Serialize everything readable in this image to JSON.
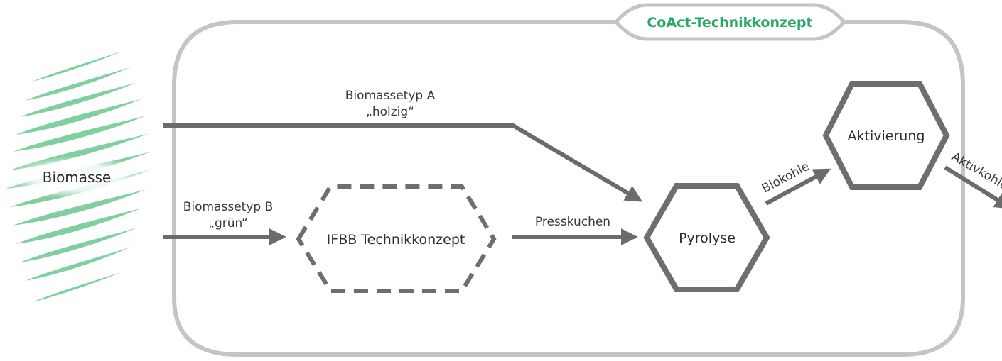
{
  "frame": {
    "title": "CoAct-Technikkonzept"
  },
  "source": {
    "label": "Biomasse"
  },
  "edges": {
    "type_a_line1": "Biomassetyp A",
    "type_a_line2": "„holzig“",
    "type_b_line1": "Biomassetyp B",
    "type_b_line2": "„grün“",
    "presskuchen": "Presskuchen",
    "biokohle": "Biokohle",
    "aktivkohle": "Aktivkohle"
  },
  "nodes": {
    "ifbb": "IFBB Technikkonzept",
    "pyrolyse": "Pyrolyse",
    "aktivierung": "Aktivierung"
  },
  "colors": {
    "green": "#2aa868",
    "leaf": "#7fcf9f",
    "frame": "#c4c4c4",
    "node": "#6e6e6e",
    "arrow": "#6b6b6b"
  }
}
